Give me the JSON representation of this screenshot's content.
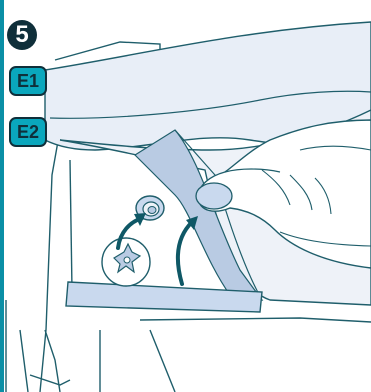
{
  "step": {
    "number": "5"
  },
  "tags": [
    {
      "label": "E1"
    },
    {
      "label": "E2"
    }
  ],
  "colors": {
    "accent": "#0aa7bd",
    "edge": "#0a8fa6",
    "ink": "#0f2f3a",
    "line": "#1f5e6b",
    "tray": "#c9d9ee",
    "sheet": "#e8eef7",
    "sheet_shadow": "#b9cbe3",
    "arrow": "#0f5866"
  },
  "icons": [
    "step-number-icon",
    "curved-arrow-icon",
    "knob-icon",
    "hand-icon"
  ]
}
